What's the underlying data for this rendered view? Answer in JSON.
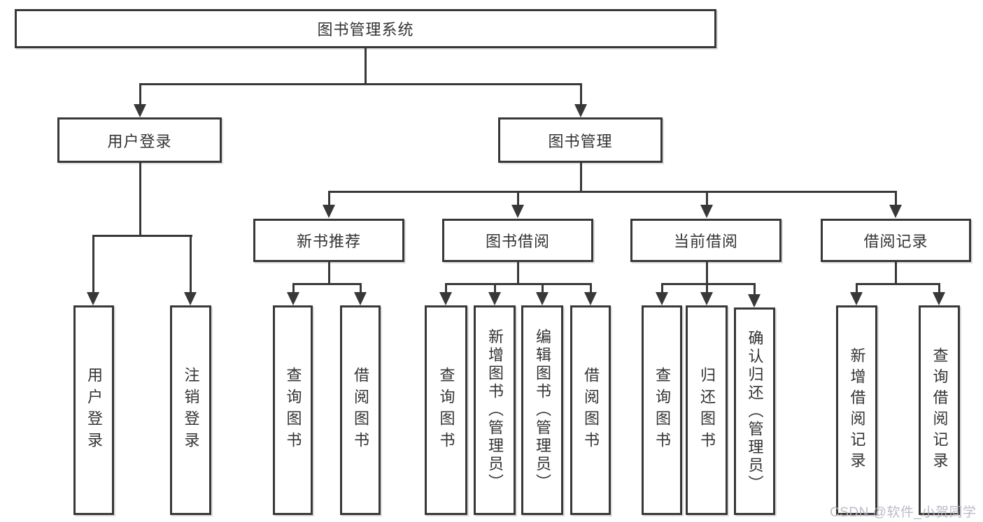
{
  "colors": {
    "line": "#383838",
    "text": "#333333",
    "watermark": "#b4b6bf"
  },
  "watermark": {
    "text": "CSDN @软件_小贺同学"
  },
  "tree": {
    "label": "图书管理系统",
    "children": [
      {
        "label": "用户登录",
        "children": [
          {
            "label": "用户登录"
          },
          {
            "label": "注销登录"
          }
        ]
      },
      {
        "label": "图书管理",
        "children": [
          {
            "label": "新书推荐",
            "children": [
              {
                "label": "查询图书"
              },
              {
                "label": "借阅图书"
              }
            ]
          },
          {
            "label": "图书借阅",
            "children": [
              {
                "label": "查询图书"
              },
              {
                "label": "新增图书（管理员）"
              },
              {
                "label": "编辑图书（管理员）"
              },
              {
                "label": "借阅图书"
              }
            ]
          },
          {
            "label": "当前借阅",
            "children": [
              {
                "label": "查询图书"
              },
              {
                "label": "归还图书"
              },
              {
                "label": "确认归还（管理员）"
              }
            ]
          },
          {
            "label": "借阅记录",
            "children": [
              {
                "label": "新增借阅记录"
              },
              {
                "label": "查询借阅记录"
              }
            ]
          }
        ]
      }
    ]
  }
}
